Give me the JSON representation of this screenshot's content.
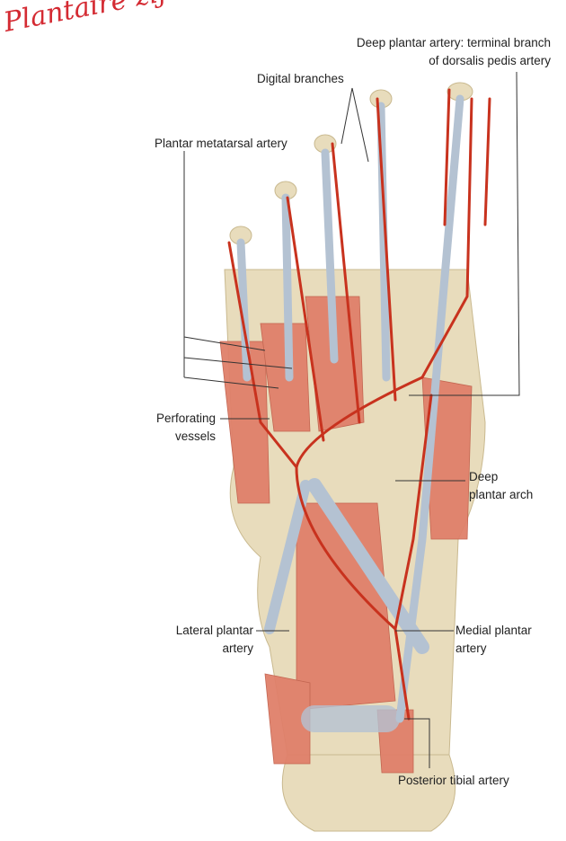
{
  "handwritten_title": "Plantaire zijde:",
  "labels": {
    "deep_plantar_artery": [
      "Deep plantar artery: terminal branch",
      "of dorsalis pedis artery"
    ],
    "digital_branches": "Digital branches",
    "plantar_metatarsal_artery": "Plantar metatarsal artery",
    "perforating_vessels": [
      "Perforating",
      "vessels"
    ],
    "deep_plantar_arch": [
      "Deep",
      "plantar arch"
    ],
    "lateral_plantar_artery": [
      "Lateral plantar",
      "artery"
    ],
    "medial_plantar_artery": [
      "Medial plantar",
      "artery"
    ],
    "posterior_tibial_artery": "Posterior tibial artery"
  },
  "colors": {
    "artery": "#c8321e",
    "muscle": "#e0806a",
    "bone": "#e8dcbc",
    "tendon": "#b4c2d2",
    "handwriting": "#d42a32"
  }
}
